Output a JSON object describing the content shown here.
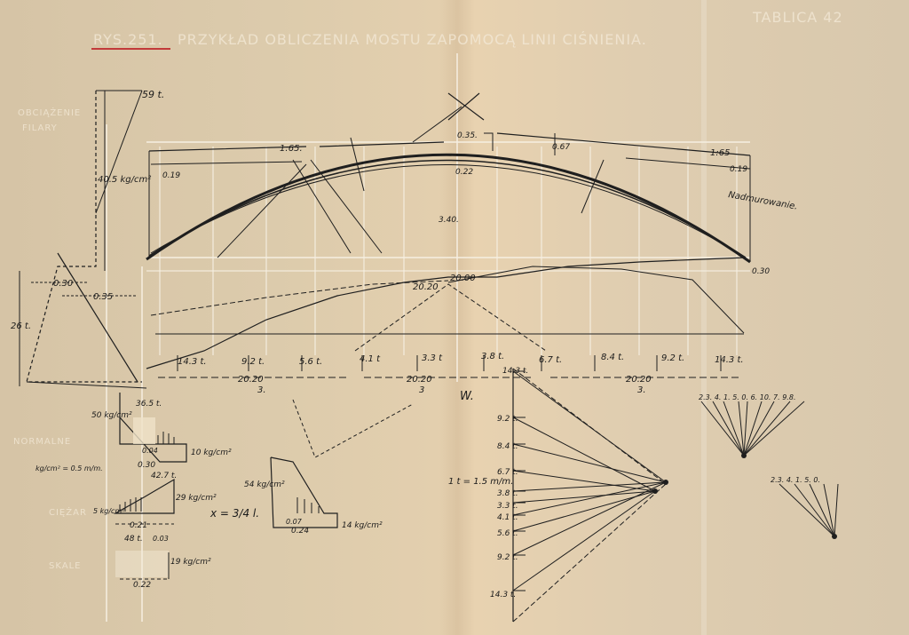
{
  "header": {
    "figure_no": "RYS.251.",
    "title": "PRZYKŁAD OBLICZENIA MOSTU ZAPOMOCĄ LINII CIŚNIENIA.",
    "plate": "TABLICA 42"
  },
  "arch": {
    "slope_left": "1:65.",
    "slope_right": "1:65",
    "top_thickness": "0.35.",
    "offset_left": "0.19",
    "offset_right": "0.19",
    "crown_value": "0.22",
    "rise": "3.40.",
    "span_value": "20.00",
    "span_value_2": "20.20",
    "top_dim": "0.67",
    "backfill_label": "Nadmurowanie.",
    "right_value": "0.30",
    "load_top": "59 t.",
    "pressure_left": "40.5 kg/cm²",
    "dim_030": "0.30",
    "dim_035": "0.35",
    "side_load": "26 t."
  },
  "loads": [
    "14.3 t.",
    "9.2 t.",
    "5.6 t.",
    "4.1 t",
    "3.3 t",
    "3.8 t.",
    "6.7 t.",
    "8.4 t.",
    "9.2 t.",
    "14.3 t."
  ],
  "spans": {
    "left_value": "20.20",
    "left_div": "3.",
    "mid_value": "20.20",
    "mid_div": "3",
    "right_value": "20.20",
    "right_div": "3.",
    "pole": "W."
  },
  "sections": {
    "s1_left": "50 kg/cm²",
    "s1_top": "36.5 t.",
    "s1_right": "10 kg/cm²",
    "s1_small": "0.04",
    "s1_bottom": "0.30",
    "scale": "kg/cm² = 0.5 m/m.",
    "s2_top": "42.7 t.",
    "s2_right": "29 kg/cm²",
    "s2_left": "5 kg/cm²",
    "s2_bottom": "0.21",
    "s2_under_a": "48 t.",
    "s2_under_b": "0.03",
    "formula": "x = 3/4 l.",
    "s3_left": "54 kg/cm²",
    "s3_small": "0.07",
    "s3_bottom": "0.24",
    "s3_right": "14 kg/cm²",
    "s4_right": "19 kg/cm²",
    "s4_bottom": "0.22"
  },
  "force_polygon": {
    "scale": "1 t = 1.5 m/m.",
    "labels": [
      "14.3 t.",
      "9.2 t.",
      "8.4 t.",
      "6.7 t.",
      "3.8 t.",
      "3.3 t.",
      "4.1 t.",
      "5.6 t.",
      "9.2 t.",
      "14.3 t."
    ]
  },
  "fan_upper": [
    "2.3.",
    "4.",
    "1.",
    "5.",
    "0.",
    "6.",
    "10.",
    "7.",
    "9.8."
  ],
  "fan_lower": [
    "2.3.",
    "4.",
    "1.",
    "5.",
    "0."
  ],
  "faint_labels": [
    "OBCIĄŻENIE",
    "FILARY",
    "NORMALNE",
    "CIĘŻAR",
    "SKALE"
  ]
}
